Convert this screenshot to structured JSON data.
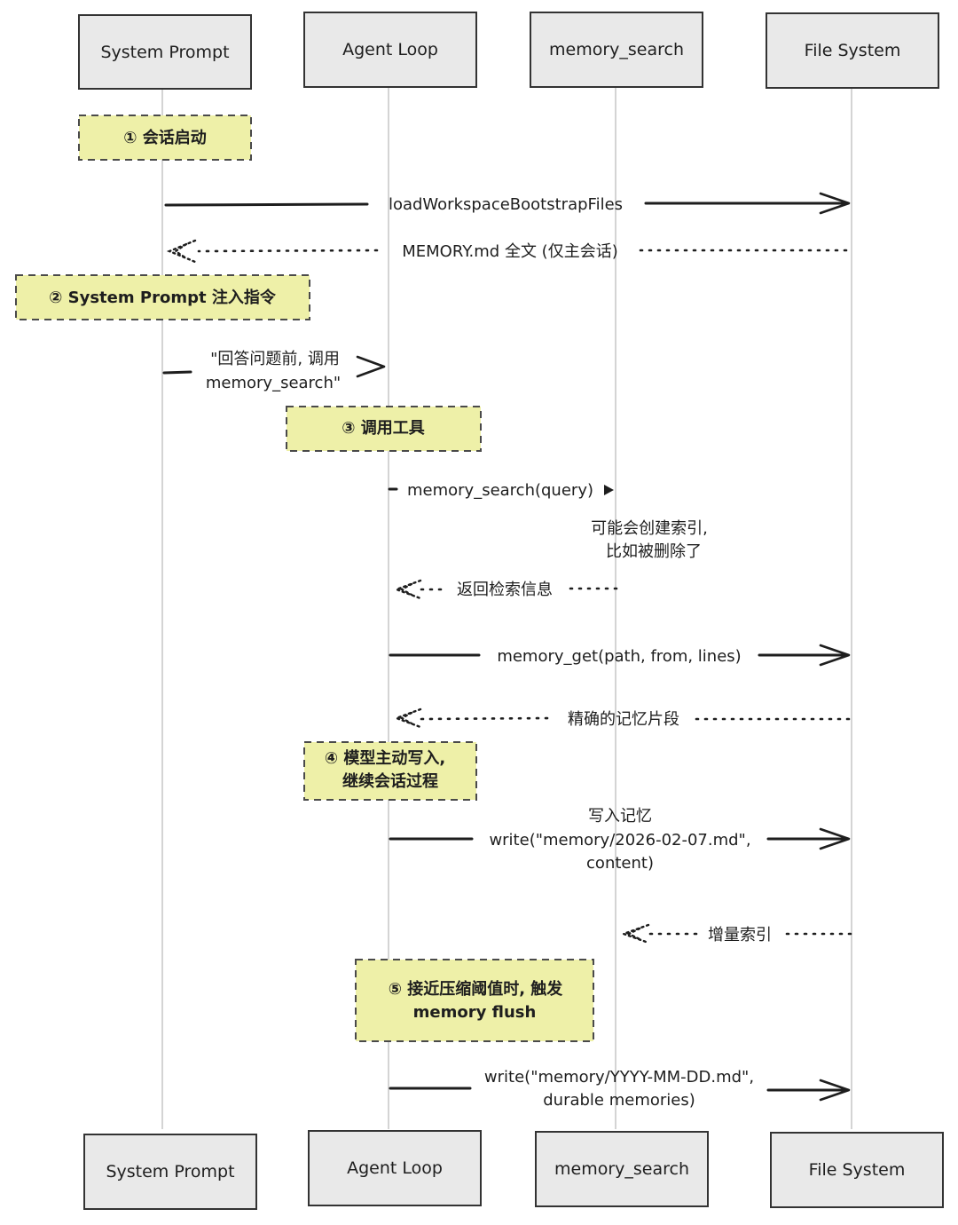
{
  "actors": [
    {
      "id": "sp",
      "label": "System Prompt"
    },
    {
      "id": "al",
      "label": "Agent Loop"
    },
    {
      "id": "ms",
      "label": "memory_search"
    },
    {
      "id": "fs",
      "label": "File System"
    }
  ],
  "notes": [
    {
      "id": "n1",
      "lines": [
        "① 会话启动"
      ]
    },
    {
      "id": "n2",
      "lines": [
        "② System Prompt 注入指令"
      ]
    },
    {
      "id": "n3",
      "lines": [
        "③ 调用工具"
      ]
    },
    {
      "id": "n4",
      "lines": [
        "④ 模型主动写入,",
        "继续会话过程"
      ]
    },
    {
      "id": "n5",
      "lines": [
        "⑤ 接近压缩阈值时, 触发",
        "memory flush"
      ]
    }
  ],
  "messages": [
    {
      "id": "m1",
      "from": "sp",
      "to": "fs",
      "style": "solid",
      "lines": [
        "loadWorkspaceBootstrapFiles"
      ]
    },
    {
      "id": "m2",
      "from": "fs",
      "to": "sp",
      "style": "dotted",
      "lines": [
        "MEMORY.md 全文 (仅主会话)"
      ]
    },
    {
      "id": "m3",
      "from": "sp",
      "to": "al",
      "style": "solid",
      "lines": [
        "\"回答问题前, 调用",
        "memory_search\""
      ]
    },
    {
      "id": "m4",
      "from": "al",
      "to": "ms",
      "style": "solid-small",
      "lines": [
        "memory_search(query)"
      ]
    },
    {
      "id": "m5",
      "from": "ms",
      "to": "ms",
      "style": "self-note",
      "lines": [
        "可能会创建索引,",
        "比如被删除了"
      ]
    },
    {
      "id": "m6",
      "from": "ms",
      "to": "al",
      "style": "dotted",
      "lines": [
        "返回检索信息"
      ]
    },
    {
      "id": "m7",
      "from": "al",
      "to": "fs",
      "style": "solid",
      "lines": [
        "memory_get(path, from, lines)"
      ]
    },
    {
      "id": "m8",
      "from": "fs",
      "to": "al",
      "style": "dotted",
      "lines": [
        "精确的记忆片段"
      ]
    },
    {
      "id": "m9",
      "from": "al",
      "to": "fs",
      "style": "solid",
      "lines": [
        "写入记忆",
        "write(\"memory/2026-02-07.md\",",
        "content)"
      ]
    },
    {
      "id": "m10",
      "from": "fs",
      "to": "ms",
      "style": "dotted",
      "lines": [
        "增量索引"
      ]
    },
    {
      "id": "m11",
      "from": "al",
      "to": "fs",
      "style": "solid",
      "lines": [
        "write(\"memory/YYYY-MM-DD.md\",",
        "durable memories)"
      ]
    }
  ],
  "colors": {
    "note_fill": "#eef0a8",
    "actor_fill": "#e9e9e9",
    "stroke": "#1e1e1e",
    "lifeline": "#b8b8b8"
  }
}
